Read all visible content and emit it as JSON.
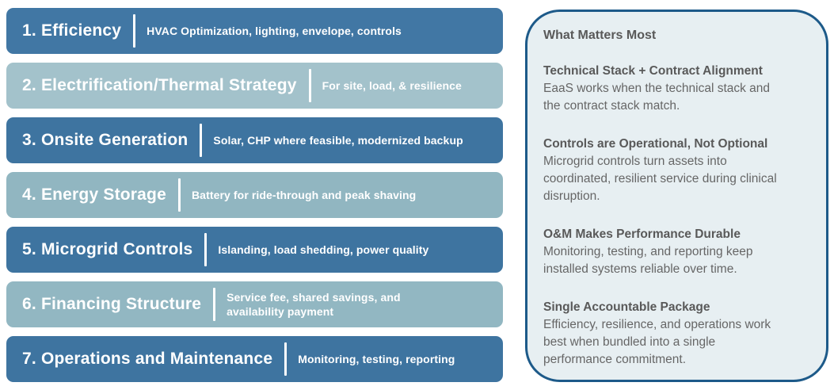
{
  "left": {
    "rows": [
      {
        "title": "1. Efficiency",
        "description": "HVAC Optimization, lighting, envelope, controls",
        "color": "#4177a4"
      },
      {
        "title": "2. Electrification/Thermal Strategy",
        "description": "For site, load, & resilience",
        "color": "#a3c2cb"
      },
      {
        "title": "3. Onsite Generation",
        "description": "Solar, CHP where feasible, modernized backup",
        "color": "#3e74a0"
      },
      {
        "title": "4. Energy Storage",
        "description": "Battery for ride-through and peak shaving",
        "color": "#91b6c1"
      },
      {
        "title": "5. Microgrid Controls",
        "description": "Islanding, load shedding, power quality",
        "color": "#3e74a0"
      },
      {
        "title": "6. Financing Structure",
        "description": "Service fee, shared savings, and\navailability payment",
        "color": "#92b7c2"
      },
      {
        "title": "7. Operations and Maintenance",
        "description": "Monitoring, testing, reporting",
        "color": "#3e74a0"
      }
    ]
  },
  "panel": {
    "title": "What Matters Most",
    "background_color": "#e7eff2",
    "border_color": "#1d5a89",
    "sections": [
      {
        "heading": "Technical Stack + Contract Alignment",
        "body": "EaaS works when the technical stack and\nthe contract stack match."
      },
      {
        "heading": "Controls are Operational, Not Optional",
        "body": "Microgrid controls turn assets into\ncoordinated, resilient service during clinical\ndisruption."
      },
      {
        "heading": "O&M Makes Performance Durable",
        "body": "Monitoring, testing, and reporting keep\ninstalled systems reliable over time."
      },
      {
        "heading": "Single Accountable Package",
        "body": "Efficiency, resilience, and operations work\nbest when bundled into a single\nperformance commitment."
      }
    ]
  }
}
